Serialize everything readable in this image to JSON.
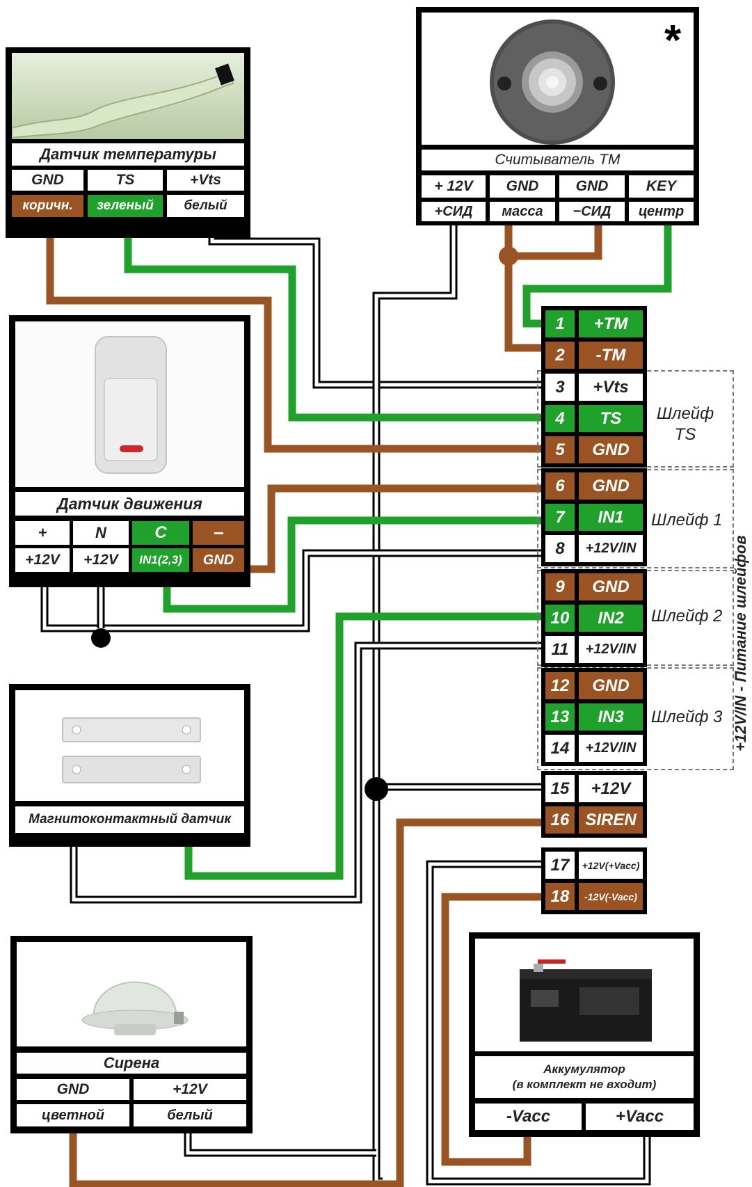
{
  "temp_sensor": {
    "title": "Датчик температуры",
    "pins": [
      "GND",
      "TS",
      "+Vts"
    ],
    "wires": [
      "коричн.",
      "зеленый",
      "белый"
    ]
  },
  "reader": {
    "title": "Считыватель ТМ",
    "pins": [
      "+ 12V",
      "GND",
      "GND",
      "KEY"
    ],
    "wires": [
      "+СИД",
      "масса",
      "−СИД",
      "центр"
    ],
    "star": "*"
  },
  "motion_sensor": {
    "title": "Датчик движения",
    "pins": [
      "+",
      "N",
      "C",
      "−"
    ],
    "wires": [
      "+12V",
      "+12V",
      "IN1(2,3)",
      "GND"
    ]
  },
  "magnet_sensor": {
    "title": "Магнитоконтактный датчик"
  },
  "siren": {
    "title": "Сирена",
    "pins": [
      "GND",
      "+12V"
    ],
    "wires": [
      "цветной",
      "белый"
    ]
  },
  "battery": {
    "title_line1": "Аккумулятор",
    "title_line2": "(в комплект не входит)",
    "pins": [
      "-Vacc",
      "+Vacc"
    ]
  },
  "terminals": [
    {
      "num": "1",
      "label": "+TM",
      "color": "green"
    },
    {
      "num": "2",
      "label": "-TM",
      "color": "brown"
    },
    {
      "num": "3",
      "label": "+Vts",
      "color": "white"
    },
    {
      "num": "4",
      "label": "TS",
      "color": "green"
    },
    {
      "num": "5",
      "label": "GND",
      "color": "brown"
    },
    {
      "num": "6",
      "label": "GND",
      "color": "brown"
    },
    {
      "num": "7",
      "label": "IN1",
      "color": "green"
    },
    {
      "num": "8",
      "label": "+12V/IN",
      "color": "white"
    },
    {
      "num": "9",
      "label": "GND",
      "color": "brown"
    },
    {
      "num": "10",
      "label": "IN2",
      "color": "green"
    },
    {
      "num": "11",
      "label": "+12V/IN",
      "color": "white"
    },
    {
      "num": "12",
      "label": "GND",
      "color": "brown"
    },
    {
      "num": "13",
      "label": "IN3",
      "color": "green"
    },
    {
      "num": "14",
      "label": "+12V/IN",
      "color": "white"
    },
    {
      "num": "15",
      "label": "+12V",
      "color": "white"
    },
    {
      "num": "16",
      "label": "SIREN",
      "color": "brown"
    },
    {
      "num": "17",
      "label": "+12V(+Vacc)",
      "color": "white"
    },
    {
      "num": "18",
      "label": "-12V(-Vacc)",
      "color": "brown"
    }
  ],
  "groups": {
    "ts_line1": "Шлейф",
    "ts_line2": "TS",
    "loop1": "Шлейф 1",
    "loop2": "Шлейф 2",
    "loop3": "Шлейф 3",
    "power_vertical": "+12V/IN - Питание шлейфов"
  },
  "colors": {
    "green": "#1fa12c",
    "brown": "#9a5424",
    "white": "#ffffff",
    "black": "#000000"
  }
}
